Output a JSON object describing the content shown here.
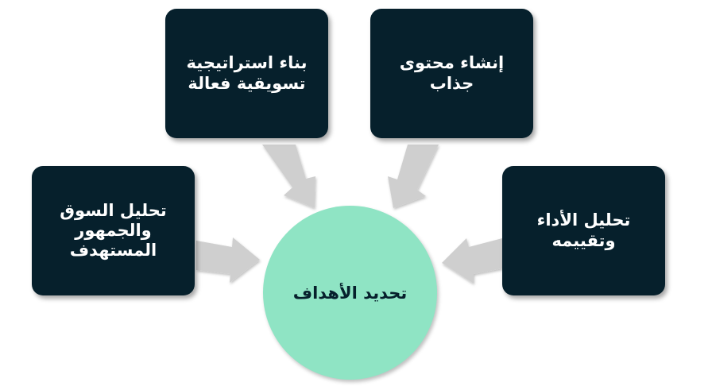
{
  "center": {
    "label": "تحديد الأهداف"
  },
  "steps": [
    {
      "label": "تحليل السوق\nوالجمهور\nالمستهدف"
    },
    {
      "label": "بناء استراتيجية\nتسويقية فعالة"
    },
    {
      "label": "إنشاء محتوى\nجذاب"
    },
    {
      "label": "تحليل الأداء\nوتقييمه"
    }
  ],
  "colors": {
    "box": "#06202c",
    "box_text": "#ffffff",
    "center_fill": "#8fe4c4",
    "center_text": "#06202c",
    "arrow": "#cfcfcf"
  }
}
